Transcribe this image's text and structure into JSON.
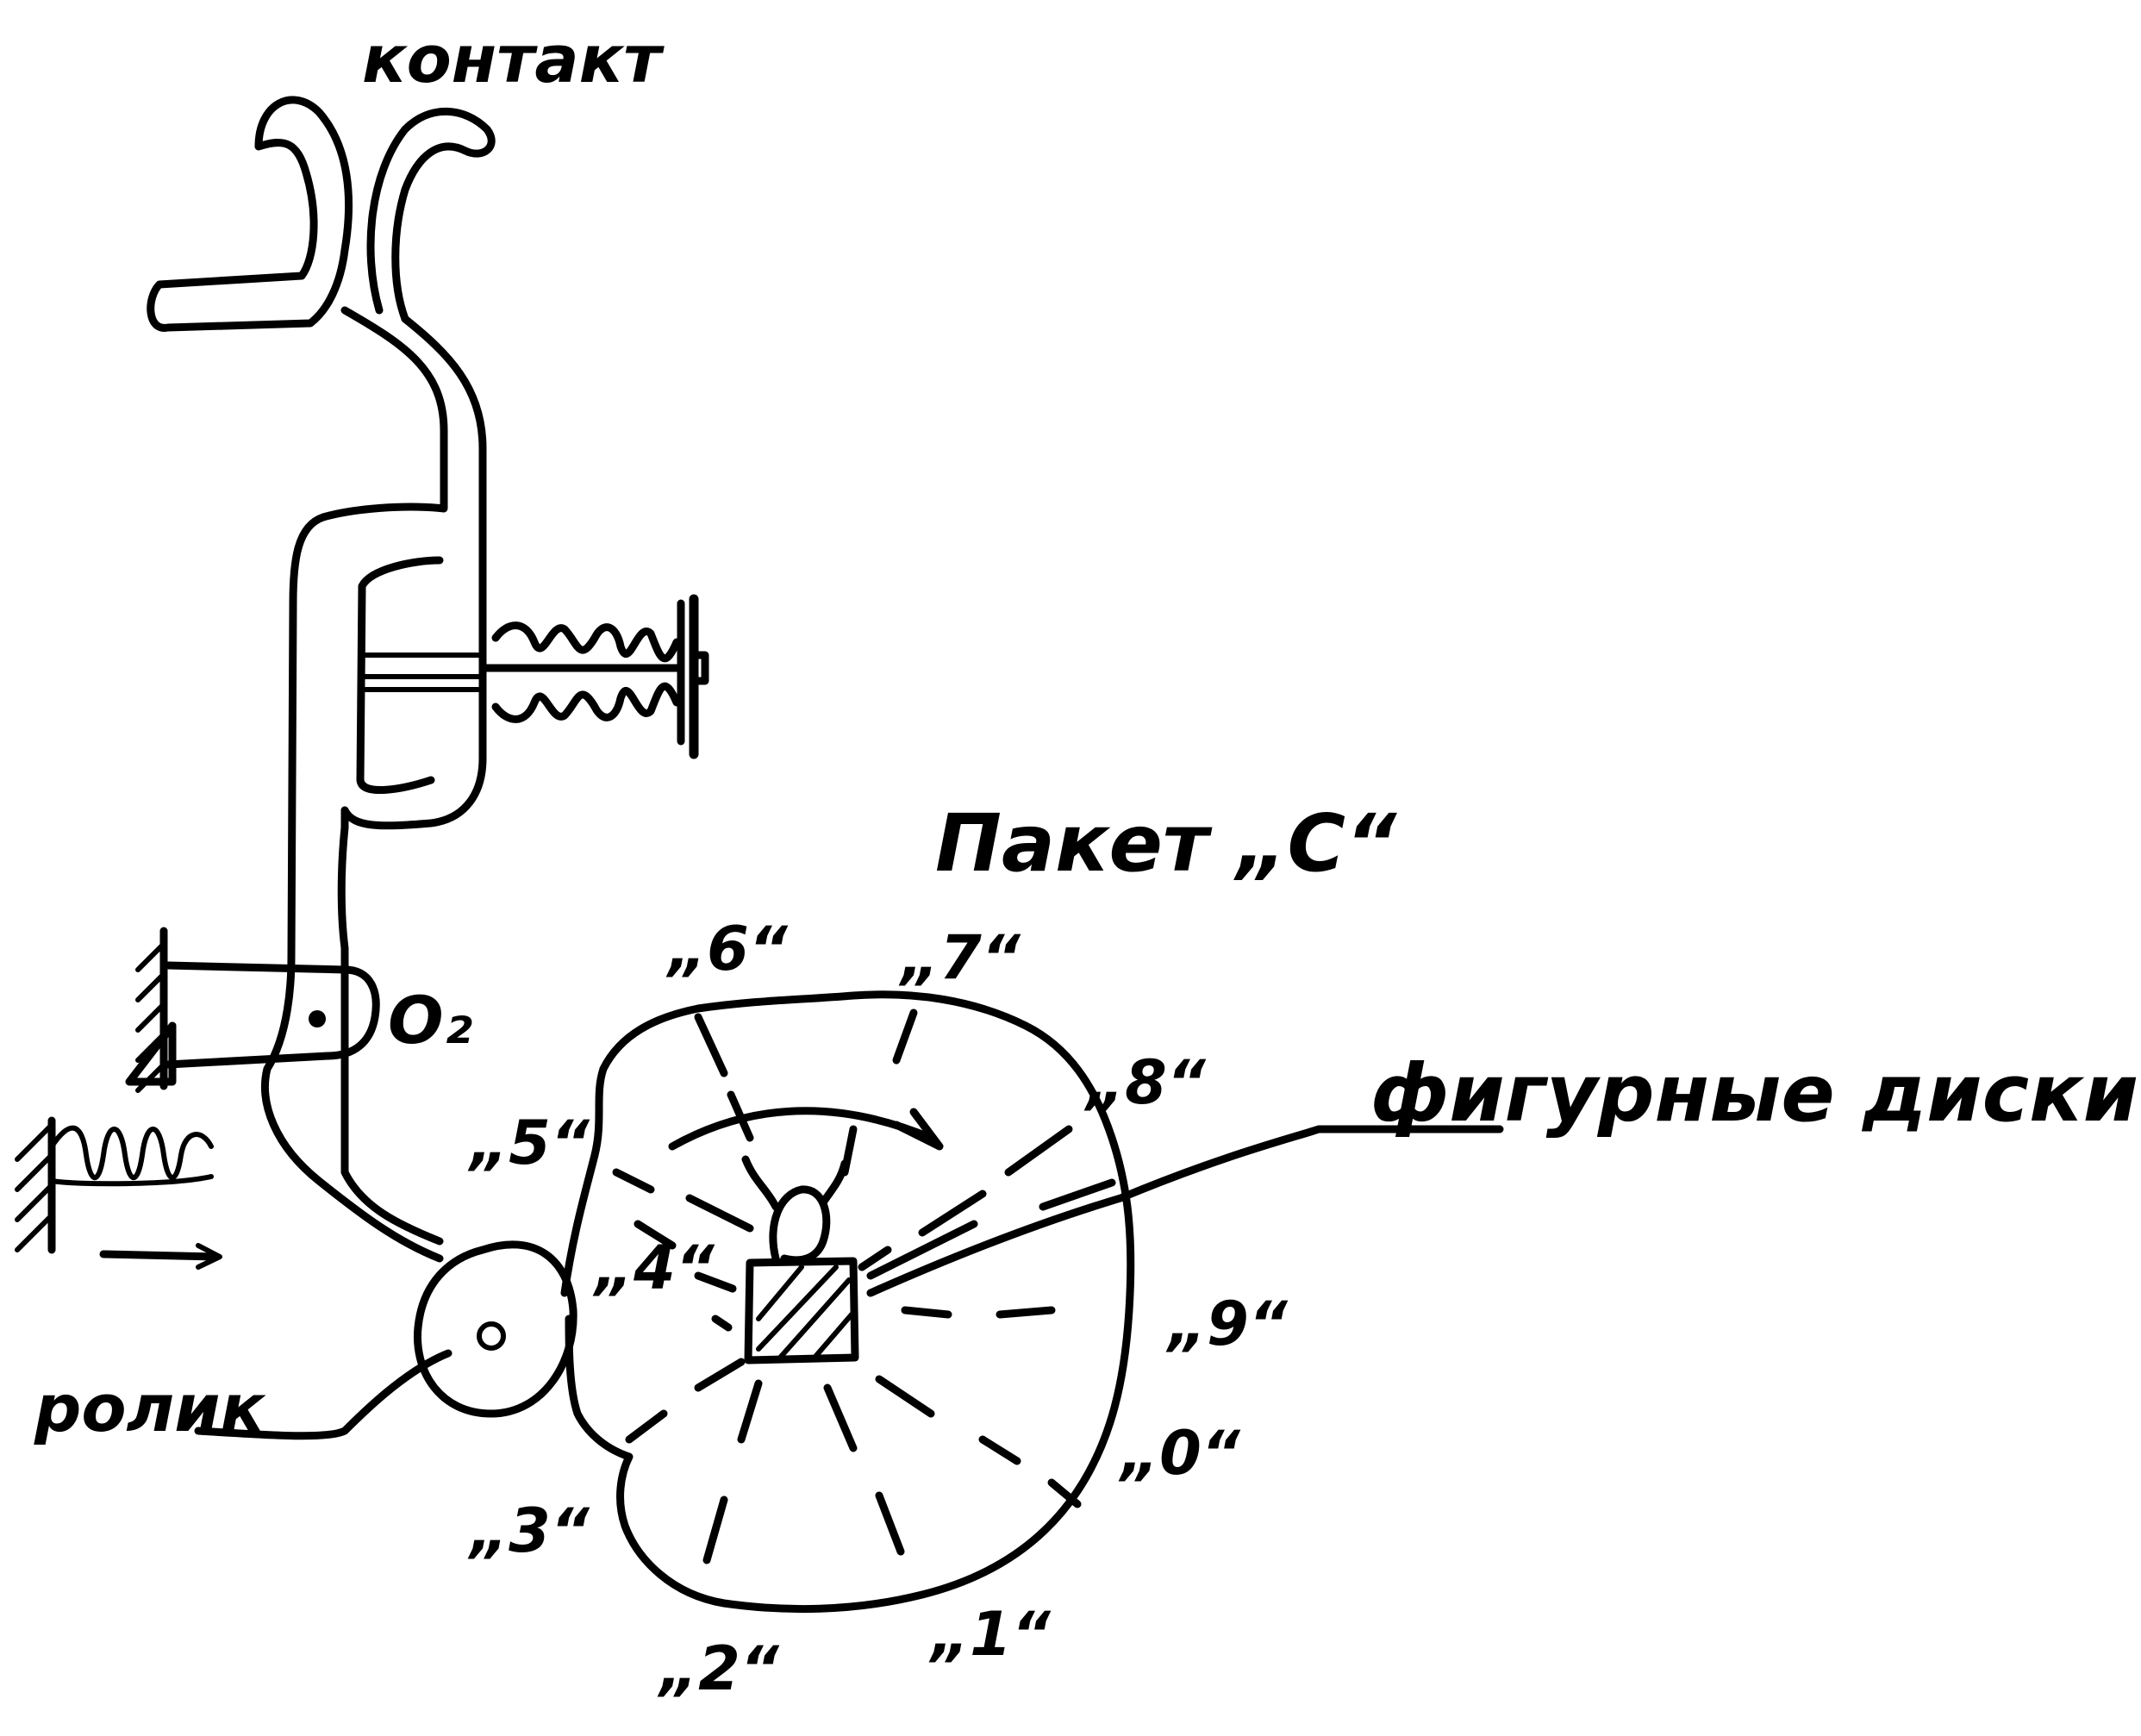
{
  "labels": {
    "contact": "контакт",
    "package": "Пакет „С“",
    "figured_discs": "фигурные диски",
    "roller": "ролик",
    "pivot": "O₂"
  },
  "digits": [
    "„0“",
    "„1“",
    "„2“",
    "„3“",
    "„4“",
    "„5“",
    "„6“",
    "„7“",
    "„8“",
    "„9“"
  ],
  "colors": {
    "ink": "#000000",
    "paper": "#ffffff"
  }
}
